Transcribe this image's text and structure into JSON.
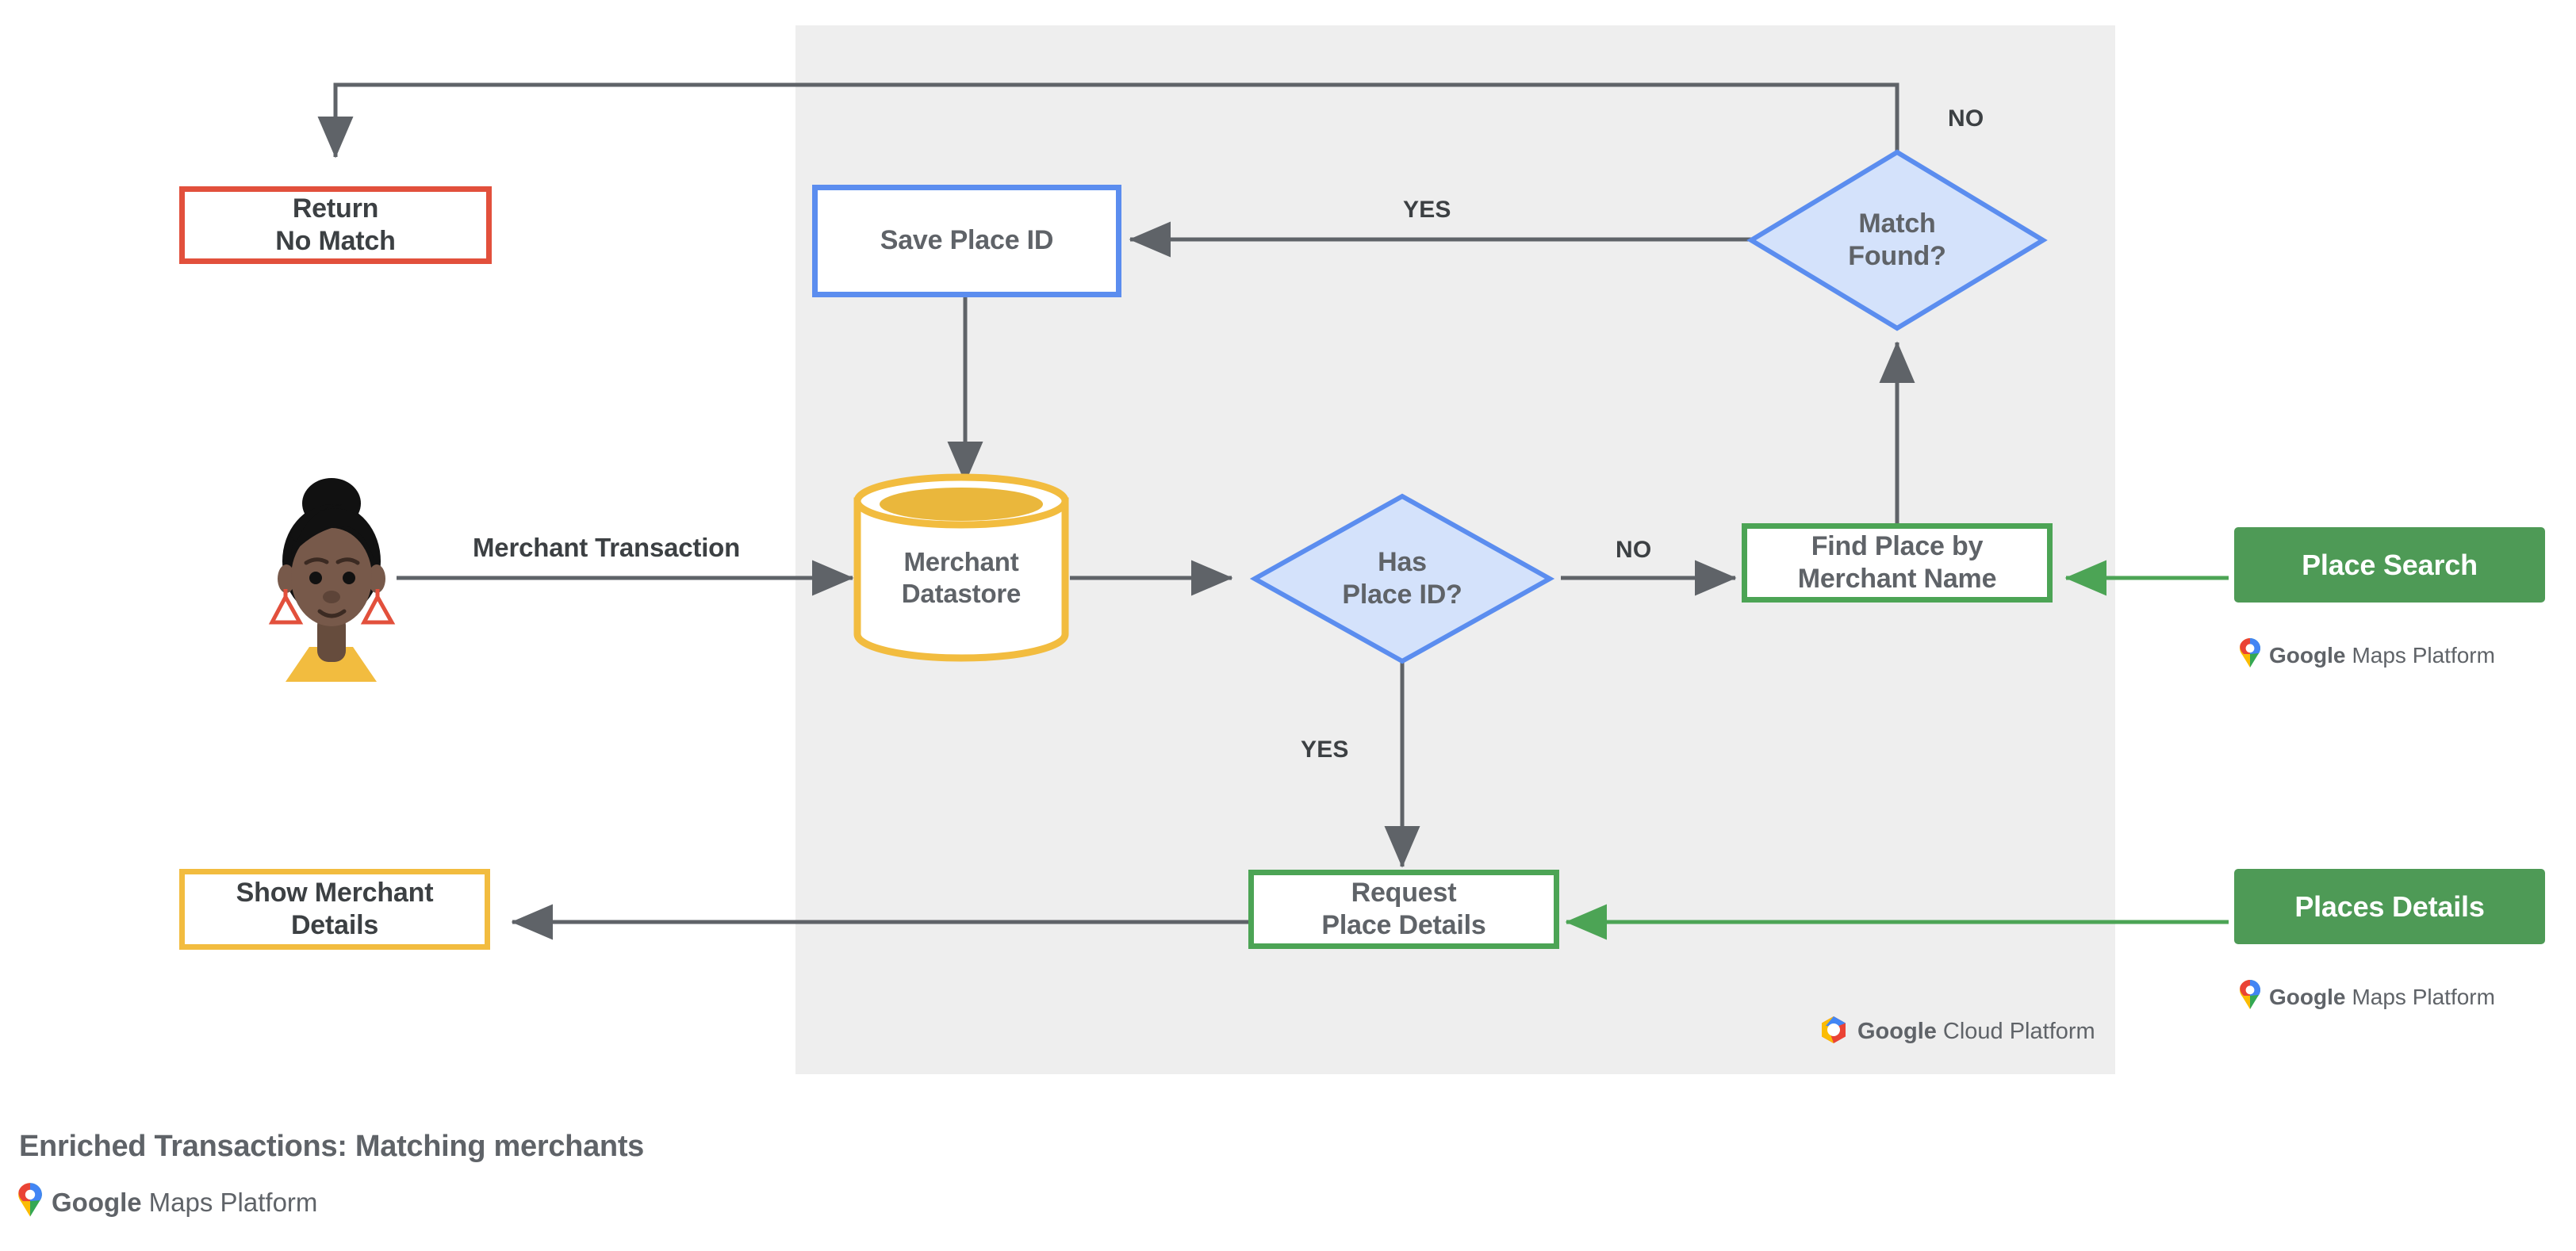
{
  "diagram": {
    "caption": "Enriched Transactions: Matching merchants",
    "panel_label": "google-cloud-platform-region"
  },
  "colors": {
    "panel_bg": "#eeeeee",
    "page_bg": "#ffffff",
    "connector": "#5f6368",
    "red": "#e2503c",
    "blue": "#5b8def",
    "blue_fill": "#d4e2fb",
    "green": "#4ca455",
    "green_solid": "#4e9a56",
    "yellow": "#f2bc3f",
    "text_dark": "#3c4043",
    "text_gray": "#5f6368"
  },
  "nodes": {
    "return_no_match": {
      "label": "Return\nNo Match"
    },
    "save_place_id": {
      "label": "Save Place ID"
    },
    "match_found": {
      "label": "Match\nFound?"
    },
    "merchant_datastore": {
      "label": "Merchant\nDatastore"
    },
    "has_place_id": {
      "label": "Has\nPlace ID?"
    },
    "find_place_by_merchant_name": {
      "label": "Find Place by\nMerchant Name"
    },
    "request_place_details": {
      "label": "Request\nPlace Details"
    },
    "show_merchant_details": {
      "label": "Show Merchant\nDetails"
    },
    "place_search": {
      "label": "Place Search"
    },
    "places_details": {
      "label": "Places Details"
    }
  },
  "edge_labels": {
    "merchant_transaction": "Merchant Transaction",
    "match_found_no": "NO",
    "match_found_yes": "YES",
    "has_place_id_no": "NO",
    "has_place_id_yes": "YES"
  },
  "logos": {
    "maps_platform": {
      "bold": "Google",
      "light": "Maps Platform"
    },
    "cloud_platform": {
      "bold": "Google",
      "light": "Cloud Platform"
    }
  }
}
